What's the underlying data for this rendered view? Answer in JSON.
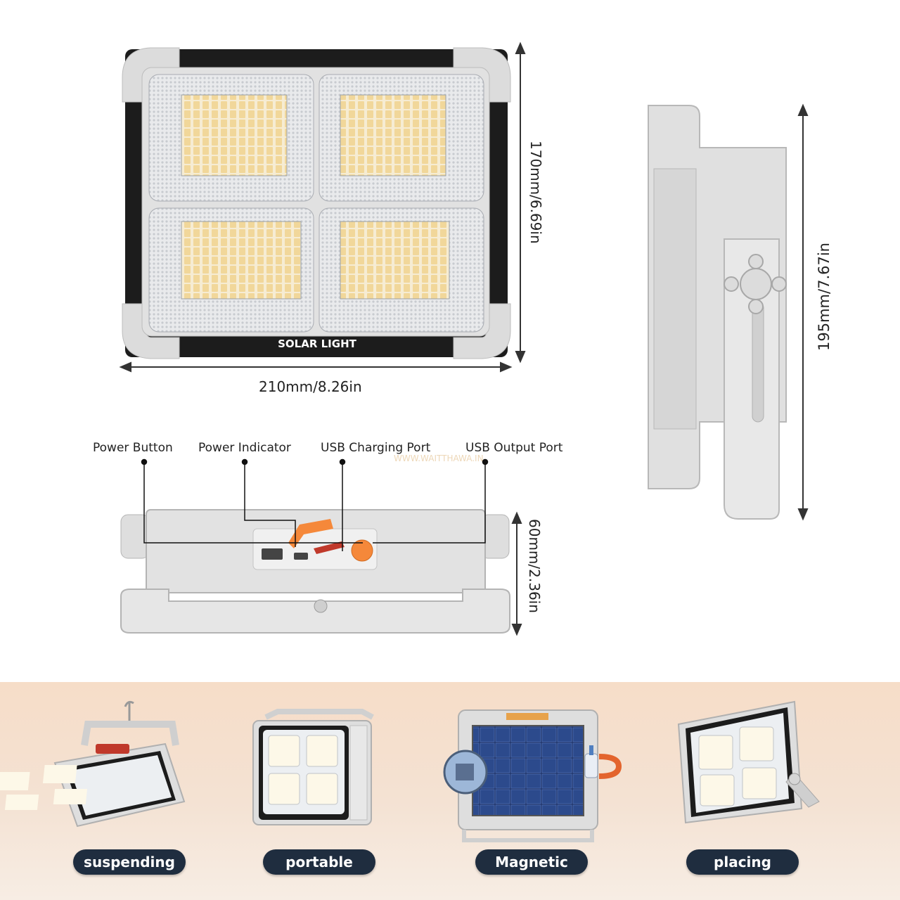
{
  "top_view": {
    "brand_label": "SOLAR LIGHT",
    "width_label": "210mm/8.26in",
    "height_label": "170mm/6.69in"
  },
  "side_view": {
    "height_label": "195mm/7.67in"
  },
  "front_view": {
    "depth_label": "60mm/2.36in",
    "callouts": [
      "Power Button",
      "Power Indicator",
      "USB Charging Port",
      "USB Output Port"
    ],
    "watermark": "WWW.WAITTHAWA.IN"
  },
  "usage_modes": [
    "suspending",
    "portable",
    "Magnetic",
    "placing"
  ],
  "colors": {
    "body_gray": "#e3e3e3",
    "frame_black": "#1c1c1c",
    "led_warm": "#f3d9a0",
    "accent_orange": "#f5883a",
    "pill_navy": "#1f2d3f",
    "band_peach": "#f6ddc8"
  }
}
